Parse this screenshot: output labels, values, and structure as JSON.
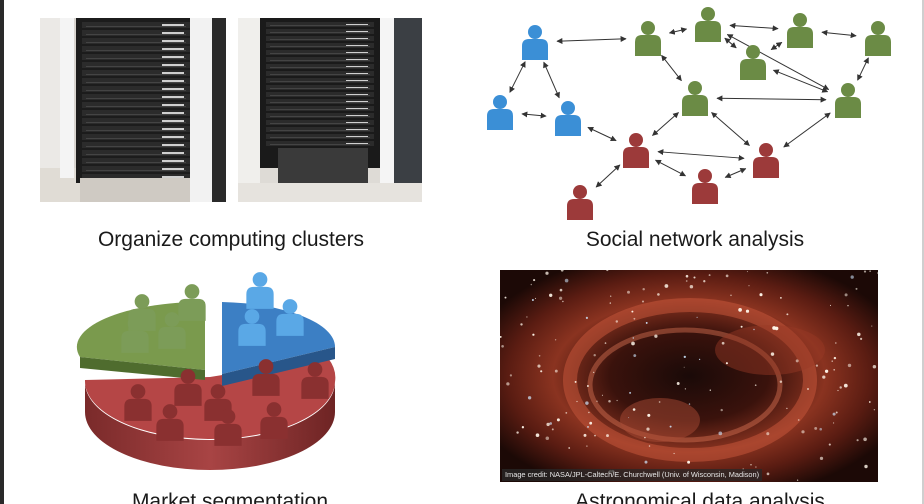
{
  "slide": {
    "panels": [
      {
        "id": "clusters",
        "caption": "Organize computing clusters"
      },
      {
        "id": "social",
        "caption": "Social network analysis"
      },
      {
        "id": "market",
        "caption": "Market segmentation"
      },
      {
        "id": "astro",
        "caption": "Astronomical data analysis"
      }
    ],
    "image_credit": "Image credit: NASA/JPL-Caltech/E. Churchwell (Univ. of Wisconsin, Madison)"
  },
  "colors": {
    "blue": "#3b8fd6",
    "green": "#6b8b45",
    "red": "#9c3a3a",
    "rack_black": "#1c1c1c",
    "nebula": "#a8402a"
  },
  "icons": [
    "person-icon",
    "server-rack-image",
    "nebula-image",
    "pie-chart-graphic"
  ]
}
